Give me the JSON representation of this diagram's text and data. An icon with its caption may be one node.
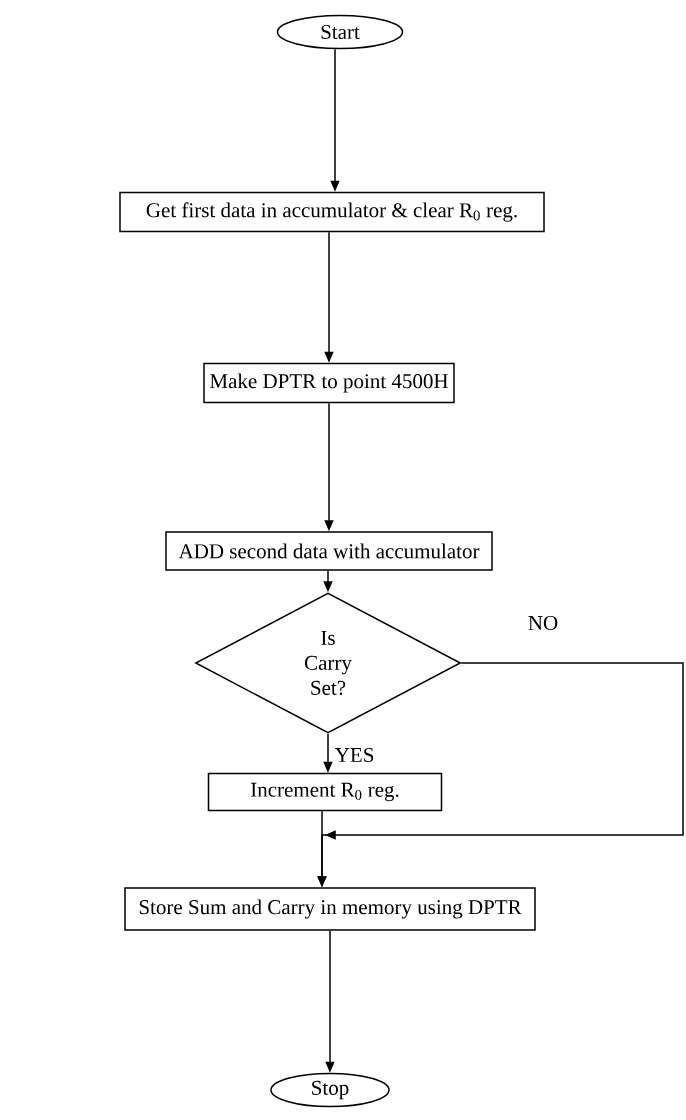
{
  "diagram": {
    "nodes": [
      {
        "text": [
          "Start"
        ]
      },
      {
        "text": [
          "Get first data in accumulator & clear R$_{0}$ reg."
        ]
      },
      {
        "text": [
          "Make DPTR to point 4500H"
        ]
      },
      {
        "text": [
          "ADD second data with accumulator"
        ]
      },
      {
        "text": [
          "Is Carry Set?"
        ]
      },
      {
        "text": [
          "Increment R$_{0}$ reg."
        ]
      },
      {
        "text": [
          "Store Sum and Carry in memory using DPTR"
        ]
      },
      {
        "text": [
          "Stop"
        ]
      }
    ],
    "edges": [
      {
        "from": 0,
        "to": 1,
        "arrow": "to"
      },
      {
        "from": 1,
        "to": 2,
        "arrow": "to"
      },
      {
        "from": 2,
        "to": 3,
        "arrow": "to"
      },
      {
        "from": 3,
        "to": 4,
        "arrow": "to"
      },
      {
        "from": 4,
        "to": 5,
        "arrow": "to",
        "label": "YES"
      },
      {
        "from": 4,
        "to": 6,
        "arrow": "to",
        "label": "NO"
      },
      {
        "from": 5,
        "to": 6,
        "arrow": "to"
      },
      {
        "from": 6,
        "to": 7,
        "arrow": "to"
      }
    ]
  }
}
